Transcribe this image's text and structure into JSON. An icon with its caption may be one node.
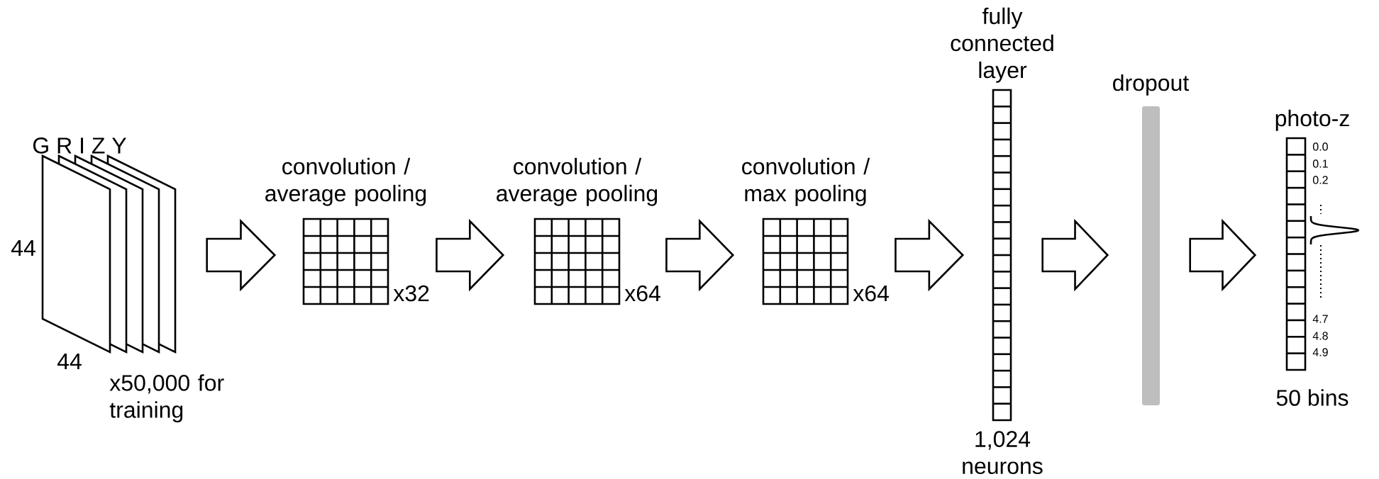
{
  "diagram": {
    "nodes": [
      {
        "text": [
          "G R I Z Y"
        ],
        "beside": [
          "x50,000 for training"
        ]
      },
      {
        "text": [
          "convolution / average pooling"
        ],
        "beside": [
          "x32"
        ]
      },
      {
        "text": [
          "convolution / average pooling"
        ],
        "beside": [
          "x64"
        ]
      },
      {
        "text": [
          "convolution / max pooling"
        ],
        "beside": [
          "x64"
        ]
      },
      {
        "text": [
          "fully connected layer"
        ],
        "beside": [
          "1,024 neurons"
        ]
      },
      {
        "text": [
          "dropout"
        ]
      },
      {
        "text": [
          "photo-z"
        ],
        "beside": [
          "50 bins"
        ]
      }
    ],
    "edges": [
      {
        "from": 0,
        "to": 1,
        "arrow": "to"
      },
      {
        "from": 1,
        "to": 2,
        "arrow": "to"
      },
      {
        "from": 2,
        "to": 3,
        "arrow": "to"
      },
      {
        "from": 3,
        "to": 4,
        "arrow": "to"
      },
      {
        "from": 4,
        "to": 5,
        "arrow": "to"
      },
      {
        "from": 5,
        "to": 6,
        "arrow": "to"
      }
    ],
    "labels": [
      "44",
      "44",
      "0.0",
      "0.1",
      "0.2",
      "4.7",
      "4.8",
      "4.9"
    ]
  }
}
